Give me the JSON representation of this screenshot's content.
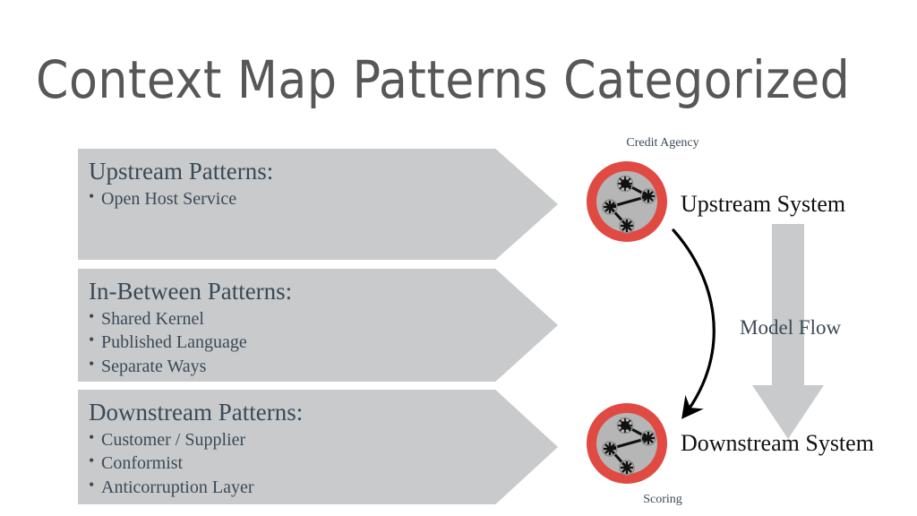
{
  "slide": {
    "title": "Context Map Patterns Categorized",
    "title_color": "#575757",
    "background_color": "#ffffff"
  },
  "banners": {
    "fill_color": "#c9cacb",
    "text_color": "#3b4a57",
    "items": [
      {
        "heading": "Upstream Patterns:",
        "bullets": [
          "Open Host Service"
        ]
      },
      {
        "heading": "In-Between Patterns:",
        "bullets": [
          "Shared Kernel",
          "Published Language",
          "Separate Ways"
        ]
      },
      {
        "heading": "Downstream Patterns:",
        "bullets": [
          "Customer / Supplier",
          "Conformist",
          "Anticorruption Layer"
        ]
      }
    ]
  },
  "diagram": {
    "ring_color": "#e04a42",
    "node_fill_color": "#b6b6b6",
    "flow_arrow_color": "#c9cacb",
    "curve_color": "#000000",
    "nodes": [
      {
        "caption": "Credit Agency",
        "role_label": "Upstream System",
        "icon": "network-graph-icon"
      },
      {
        "caption": "Scoring",
        "role_label": "Downstream System",
        "icon": "network-graph-icon"
      }
    ],
    "flow_label": "Model Flow",
    "curved_arrow_name": "upstream-to-downstream-arrow",
    "block_arrow_name": "model-flow-arrow"
  }
}
